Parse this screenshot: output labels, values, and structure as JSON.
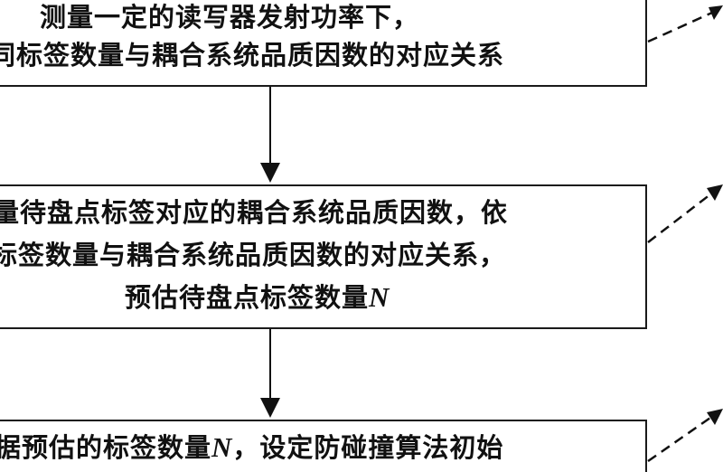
{
  "flowchart": {
    "step1": {
      "line1": "测量一定的读写器发射功率下，",
      "line2": "同标签数量与耦合系统品质因数的对应关系"
    },
    "step2": {
      "line1": "量待盘点标签对应的耦合系统品质因数，依",
      "line2": "标签数量与耦合系统品质因数的对应关系，",
      "line3_prefix": "预估待盘点标签数量",
      "line3_var": "N"
    },
    "step3": {
      "line1_prefix": "据预估的标签数量",
      "line1_var": "N",
      "line1_suffix": "，设定防碰撞算法初始"
    }
  }
}
